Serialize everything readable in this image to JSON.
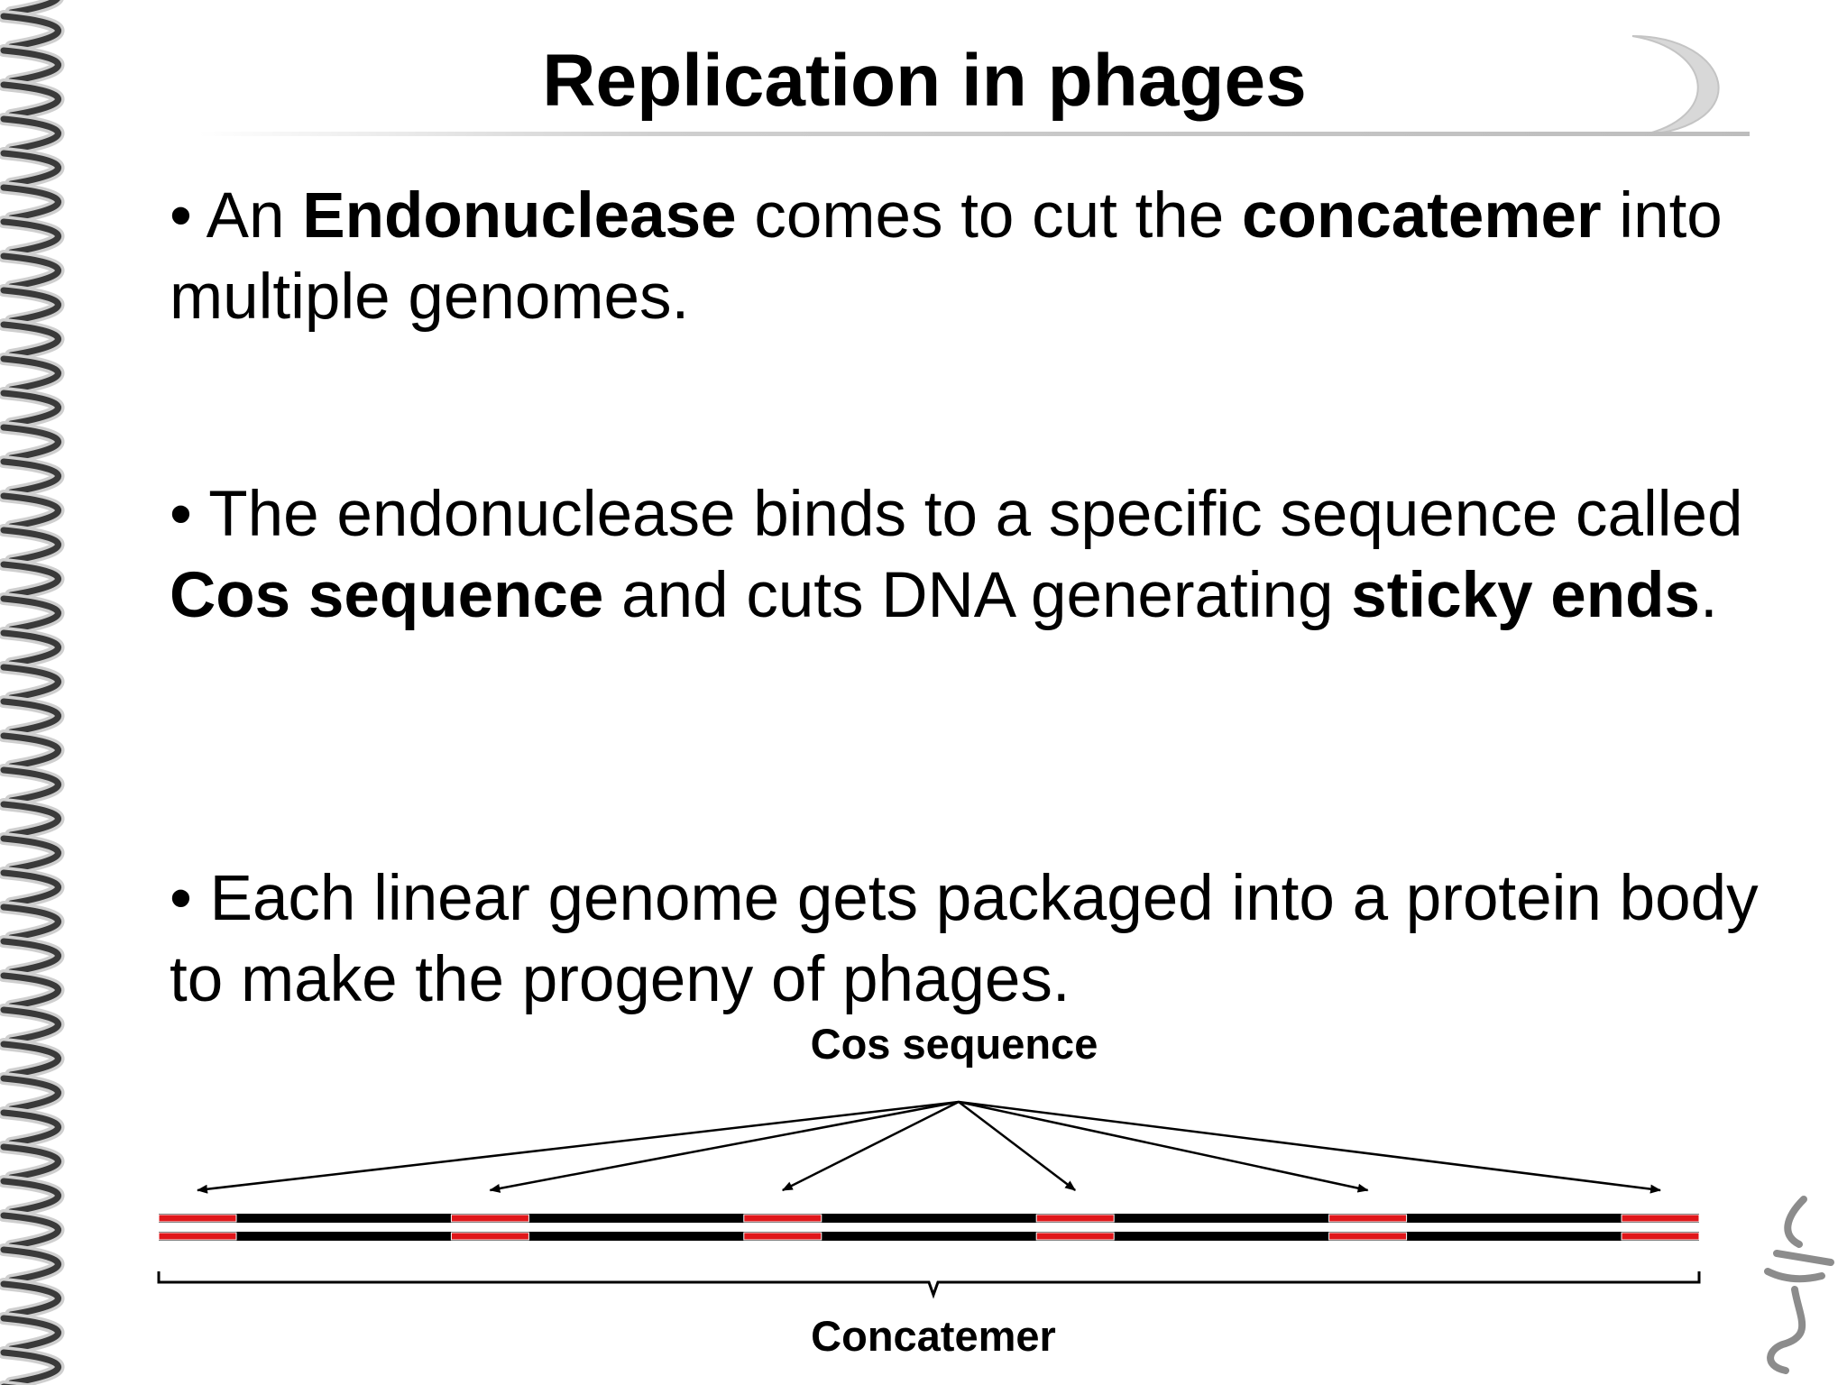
{
  "slide": {
    "title": "Replication in phages",
    "bullets": [
      {
        "marker": "•",
        "parts": [
          {
            "text": " An ",
            "bold": false
          },
          {
            "text": "Endonuclease",
            "bold": true
          },
          {
            "text": " comes to cut the ",
            "bold": false
          },
          {
            "text": "concatemer",
            "bold": true
          },
          {
            "text": " into multiple genomes.",
            "bold": false
          }
        ]
      },
      {
        "marker": "•",
        "parts": [
          {
            "text": " The endonuclease binds to a specific sequence called ",
            "bold": false
          },
          {
            "text": "Cos sequence",
            "bold": true
          },
          {
            "text": " and cuts DNA generating ",
            "bold": false
          },
          {
            "text": "sticky ends",
            "bold": true
          },
          {
            "text": ".",
            "bold": false
          }
        ]
      },
      {
        "marker": "•",
        "parts": [
          {
            "text": " Each linear genome gets packaged into a protein body to make the progeny of phages.",
            "bold": false
          }
        ]
      }
    ],
    "diagram": {
      "cos_label": "Cos sequence",
      "concatemer_label": "Concatemer",
      "cos_site_count": 6,
      "colors": {
        "dna_strand": "#000000",
        "cos_site": "#e0161a",
        "arrow": "#000000"
      }
    },
    "decor": {
      "border_colors": [
        "#3a3a3a",
        "#cfcfcf"
      ],
      "swoosh_color": "#d8d8d8",
      "logo_color": "#8c8c8c"
    }
  }
}
